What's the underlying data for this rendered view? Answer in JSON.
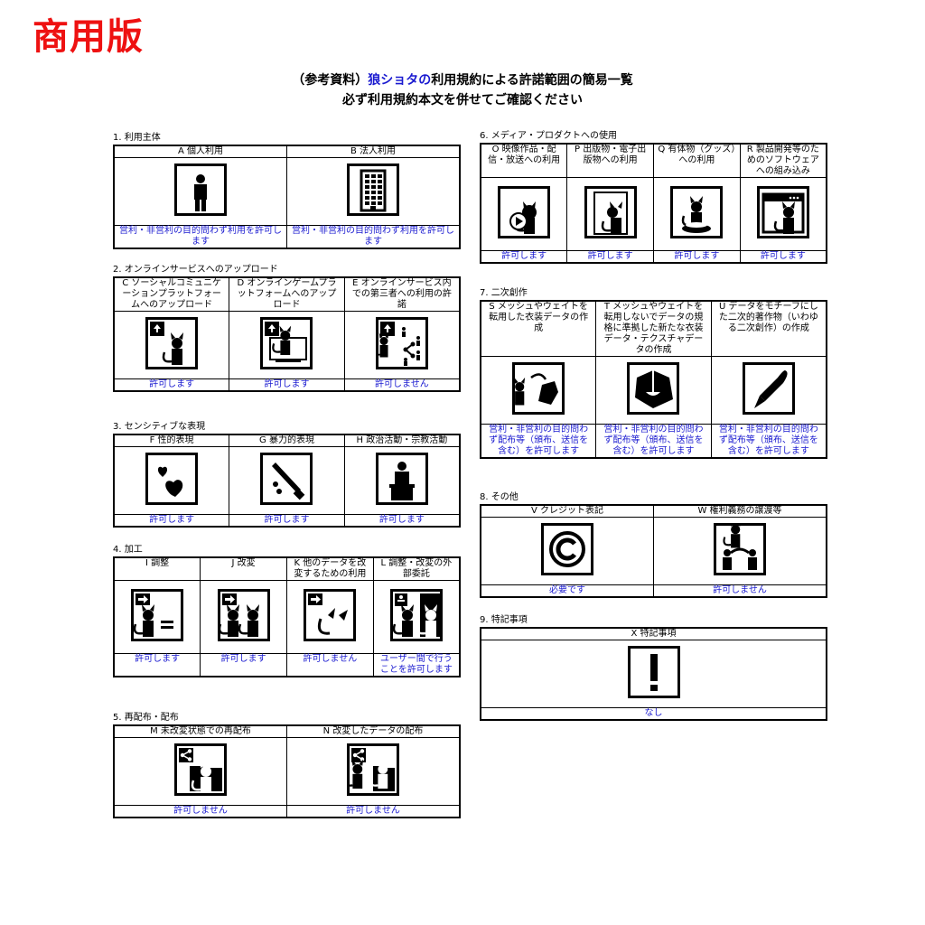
{
  "badge": "商用版",
  "title": {
    "prefix": "（参考資料）",
    "highlight": "狼ショタの",
    "suffix": "利用規約による許諾範囲の簡易一覧",
    "line2": "必ず利用規約本文を併せてご確認ください"
  },
  "colors": {
    "badge": "#ee1111",
    "link": "#1a1ad0",
    "border": "#000000"
  },
  "sections": [
    {
      "label": "1. 利用主体",
      "items": [
        {
          "header": "A 個人利用",
          "icon": "person-icon",
          "result": "営利・非営利の目的問わず利用を許可します"
        },
        {
          "header": "B 法人利用",
          "icon": "building-icon",
          "result": "営利・非営利の目的問わず利用を許可します"
        }
      ]
    },
    {
      "label": "2. オンラインサービスへのアップロード",
      "items": [
        {
          "header": "C ソーシャルコミュニケーションプラットフォームへのアップロード",
          "icon": "upload-avatar-icon",
          "result": "許可します"
        },
        {
          "header": "D オンラインゲームプラットフォームへのアップロード",
          "icon": "upload-monitor-icon",
          "result": "許可します"
        },
        {
          "header": "E オンラインサービス内での第三者への利用の許諾",
          "icon": "upload-share-icon",
          "result": "許可しません"
        }
      ]
    },
    {
      "label": "3. センシティブな表現",
      "items": [
        {
          "header": "F 性的表現",
          "icon": "hearts-icon",
          "result": "許可します"
        },
        {
          "header": "G 暴力的表現",
          "icon": "knife-icon",
          "result": "許可します"
        },
        {
          "header": "H 政治活動・宗教活動",
          "icon": "podium-icon",
          "result": "許可します"
        }
      ]
    },
    {
      "label": "4. 加工",
      "items": [
        {
          "header": "I 調整",
          "icon": "adjust-icon",
          "result": "許可します"
        },
        {
          "header": "J 改変",
          "icon": "modify-icon",
          "result": "許可します"
        },
        {
          "header": "K 他のデータを改変するための利用",
          "icon": "parts-icon",
          "result": "許可しません"
        },
        {
          "header": "L 調整・改変の外部委託",
          "icon": "outsource-icon",
          "result": "ユーザー間で行うことを許可します"
        }
      ]
    },
    {
      "label": "5. 再配布・配布",
      "items": [
        {
          "header": "M 未改変状態での再配布",
          "icon": "share-folder-icon",
          "result": "許可しません"
        },
        {
          "header": "N 改変したデータの配布",
          "icon": "share-modified-icon",
          "result": "許可しません"
        }
      ]
    },
    {
      "label": "6. メディア・プロダクトへの使用",
      "items": [
        {
          "header": "O 映像作品・配信・放送への利用",
          "icon": "video-icon",
          "result": "許可します"
        },
        {
          "header": "P 出版物・電子出版物への利用",
          "icon": "publication-icon",
          "result": "許可します"
        },
        {
          "header": "Q 有体物（グッズ）への利用",
          "icon": "goods-icon",
          "result": "許可します"
        },
        {
          "header": "R 製品開発等のためのソフトウェアへの組み込み",
          "icon": "software-icon",
          "result": "許可します"
        }
      ]
    },
    {
      "label": "7. 二次創作",
      "items": [
        {
          "header": "S メッシュやウェイトを転用した衣装データの作成",
          "icon": "costume-transfer-icon",
          "result": "営利・非営利の目的問わず配布等（頒布、送信を含む）を許可します"
        },
        {
          "header": "T メッシュやウェイトを転用しないでデータの規格に準拠した新たな衣装データ・テクスチャデータの作成",
          "icon": "costume-icon",
          "result": "営利・非営利の目的問わず配布等（頒布、送信を含む）を許可します"
        },
        {
          "header": "U データをモチーフにした二次的著作物（いわゆる二次創作）の作成",
          "icon": "pen-icon",
          "result": "営利・非営利の目的問わず配布等（頒布、送信を含む）を許可します"
        }
      ]
    },
    {
      "label": "8. その他",
      "items": [
        {
          "header": "V クレジット表記",
          "icon": "copyright-icon",
          "result": "必要です"
        },
        {
          "header": "W 権利義務の譲渡等",
          "icon": "transfer-icon",
          "result": "許可しません"
        }
      ]
    },
    {
      "label": "9. 特記事項",
      "items": [
        {
          "header": "X 特記事項",
          "icon": "exclamation-icon",
          "result": "なし"
        }
      ]
    }
  ]
}
